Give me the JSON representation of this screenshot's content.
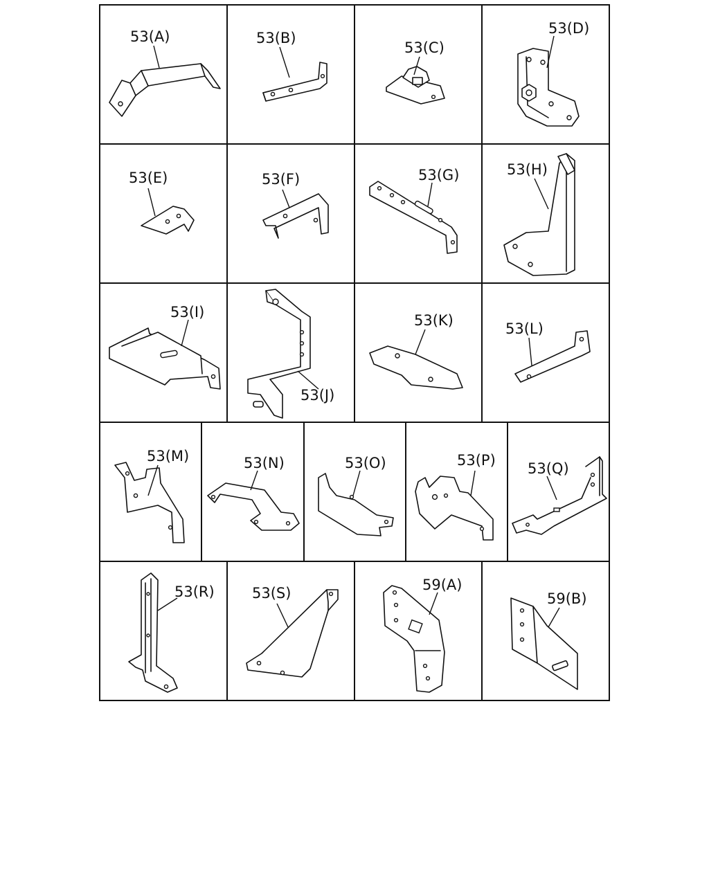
{
  "parts": [
    {
      "id": "53A",
      "label": "53(A)"
    },
    {
      "id": "53B",
      "label": "53(B)"
    },
    {
      "id": "53C",
      "label": "53(C)"
    },
    {
      "id": "53D",
      "label": "53(D)"
    },
    {
      "id": "53E",
      "label": "53(E)"
    },
    {
      "id": "53F",
      "label": "53(F)"
    },
    {
      "id": "53G",
      "label": "53(G)"
    },
    {
      "id": "53H",
      "label": "53(H)"
    },
    {
      "id": "53I",
      "label": "53(I)"
    },
    {
      "id": "53J",
      "label": "53(J)"
    },
    {
      "id": "53K",
      "label": "53(K)"
    },
    {
      "id": "53L",
      "label": "53(L)"
    },
    {
      "id": "53M",
      "label": "53(M)"
    },
    {
      "id": "53N",
      "label": "53(N)"
    },
    {
      "id": "53O",
      "label": "53(O)"
    },
    {
      "id": "53P",
      "label": "53(P)"
    },
    {
      "id": "53Q",
      "label": "53(Q)"
    },
    {
      "id": "53R",
      "label": "53(R)"
    },
    {
      "id": "53S",
      "label": "53(S)"
    },
    {
      "id": "59A",
      "label": "59(A)"
    },
    {
      "id": "59B",
      "label": "59(B)"
    }
  ]
}
